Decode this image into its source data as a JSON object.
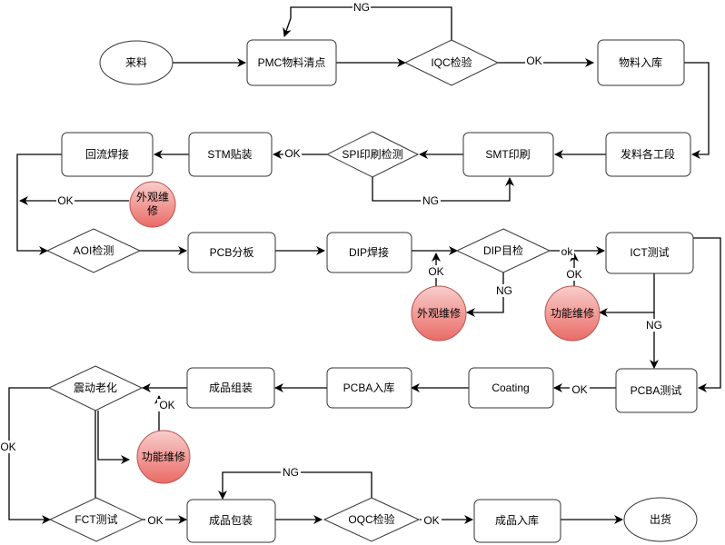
{
  "nodes": {
    "n_start": "来料",
    "n_pmc": "PMC物料清点",
    "n_iqc": "IQC检验",
    "n_stock_in": "物料入库",
    "n_issue": "发料各工段",
    "n_smt_print": "SMT印刷",
    "n_spi": "SPI印刷检测",
    "n_stm": "STM贴装",
    "n_reflow": "回流焊接",
    "n_repair1": "外观维修",
    "n_aoi": "AOI检测",
    "n_pcb_split": "PCB分板",
    "n_dip_weld": "DIP焊接",
    "n_dip_check": "DIP目检",
    "n_ict": "ICT测试",
    "n_repair2": "外观维修",
    "n_func1": "功能维修",
    "n_pcba_test": "PCBA测试",
    "n_coating": "Coating",
    "n_pcba_in": "PCBA入库",
    "n_assembly": "成品组装",
    "n_aging": "震动老化",
    "n_func2": "功能维修",
    "n_fct": "FCT测试",
    "n_pack": "成品包装",
    "n_oqc": "OQC检验",
    "n_fin_in": "成品入库",
    "n_ship": "出货"
  },
  "edge_labels": {
    "iqc_ng": "NG",
    "iqc_ok": "OK",
    "spi_ok": "OK",
    "spi_ng": "NG",
    "repair1_ok": "OK",
    "dip_ok": "ok",
    "dip_ng": "NG",
    "repair2_ok": "OK",
    "func1_ok": "OK",
    "ict_ng": "NG",
    "coat_ok": "OK",
    "func2_ok": "OK",
    "aging_ok": "OK",
    "fct_ok": "OK",
    "oqc_ng": "NG",
    "oqc_ok": "OK"
  },
  "colors": {
    "line": "#000000",
    "border": "#333333",
    "repair_fill_top": "#f8cecc",
    "repair_fill_bottom": "#ea6b66",
    "repair_border": "#b85450"
  }
}
